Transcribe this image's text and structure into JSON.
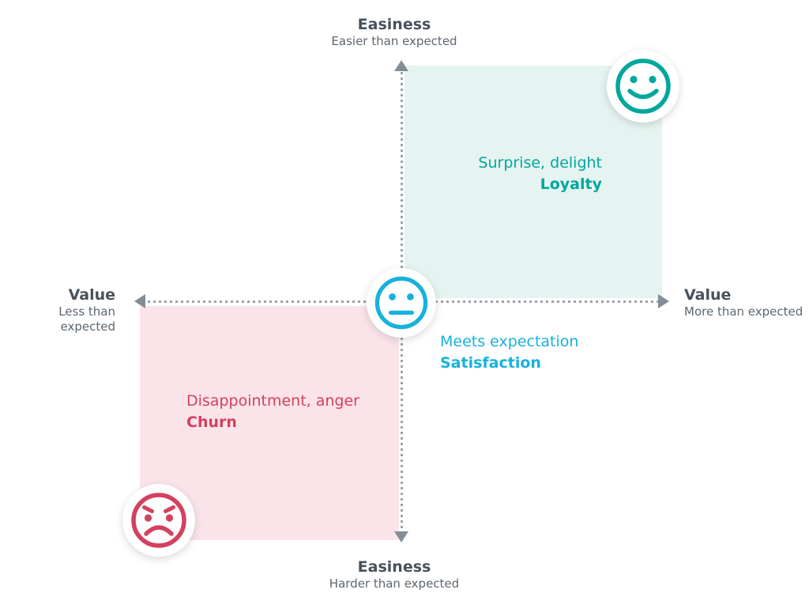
{
  "diagram": {
    "title_semantic": "Customer expectation quadrant: Value vs Easiness",
    "axes": {
      "top": {
        "title": "Easiness",
        "subtitle": "Easier than expected"
      },
      "bottom": {
        "title": "Easiness",
        "subtitle": "Harder than expected"
      },
      "left": {
        "title": "Value",
        "subtitle": "Less than expected"
      },
      "right": {
        "title": "Value",
        "subtitle": "More than expected"
      }
    },
    "quadrants": {
      "top_right": {
        "line1": "Surprise, delight",
        "line2": "Loyalty",
        "icon": "happy-face-icon",
        "fill": "#E6F4F1",
        "text_color": "#00A79D"
      },
      "center": {
        "line1": "Meets expectation",
        "line2": "Satisfaction",
        "icon": "neutral-face-icon",
        "fill": "none",
        "text_color": "#17B2DB"
      },
      "bottom_left": {
        "line1": "Disappointment, anger",
        "line2": "Churn",
        "icon": "angry-face-icon",
        "fill": "#FBE4E9",
        "text_color": "#D4405F"
      }
    },
    "colors": {
      "teal": "#00A79D",
      "teal_quadrant_bg": "#E6F4F1",
      "cyan": "#17B2DB",
      "crimson": "#D4405F",
      "pink_quadrant_bg": "#FBE4E9",
      "axis_title_text": "#47525E",
      "axis_subtitle_text": "#5C6771",
      "dotted_line": "#9BA2A9",
      "arrowhead": "#848D95"
    }
  }
}
